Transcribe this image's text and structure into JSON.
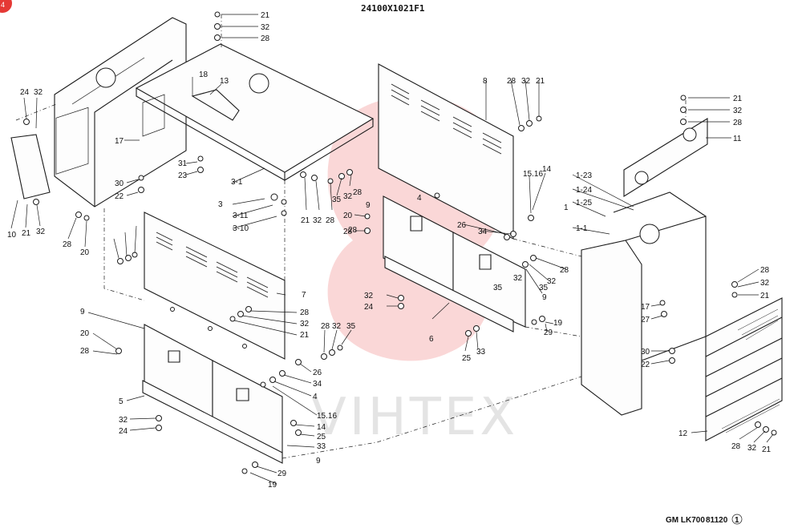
{
  "drawing": {
    "code": "24100X1021F1",
    "footer_left": "GM LK700",
    "footer_mid": "81120",
    "footer_rev": "1",
    "watermark": "VIHTEX",
    "corner_badge": "4"
  },
  "colors": {
    "line": "#1a1a1a",
    "watermark_red": "#e8474a",
    "corner_badge": "#e53935"
  },
  "callouts": [
    "21",
    "32",
    "28",
    "18",
    "13",
    "24",
    "32",
    "17",
    "31",
    "23",
    "30",
    "22",
    "10",
    "21",
    "32",
    "28",
    "20",
    "3-1",
    "3",
    "3-11",
    "3-10",
    "21",
    "32",
    "28",
    "35",
    "32",
    "28",
    "8",
    "28",
    "32",
    "21",
    "9",
    "20",
    "28",
    "4",
    "26",
    "34",
    "28",
    "32",
    "35",
    "9",
    "15.16",
    "14",
    "28",
    "35",
    "32",
    "32",
    "24",
    "6",
    "25",
    "33",
    "29",
    "19",
    "7",
    "28",
    "32",
    "21",
    "28",
    "35",
    "32",
    "9",
    "20",
    "28",
    "5",
    "32",
    "24",
    "26",
    "34",
    "4",
    "15.16",
    "14",
    "25",
    "33",
    "9",
    "29",
    "19",
    "1-23",
    "1-24",
    "1-25",
    "1-1",
    "1",
    "21",
    "32",
    "28",
    "11",
    "28",
    "32",
    "21",
    "17",
    "27",
    "30",
    "22",
    "12",
    "28",
    "32",
    "21"
  ]
}
